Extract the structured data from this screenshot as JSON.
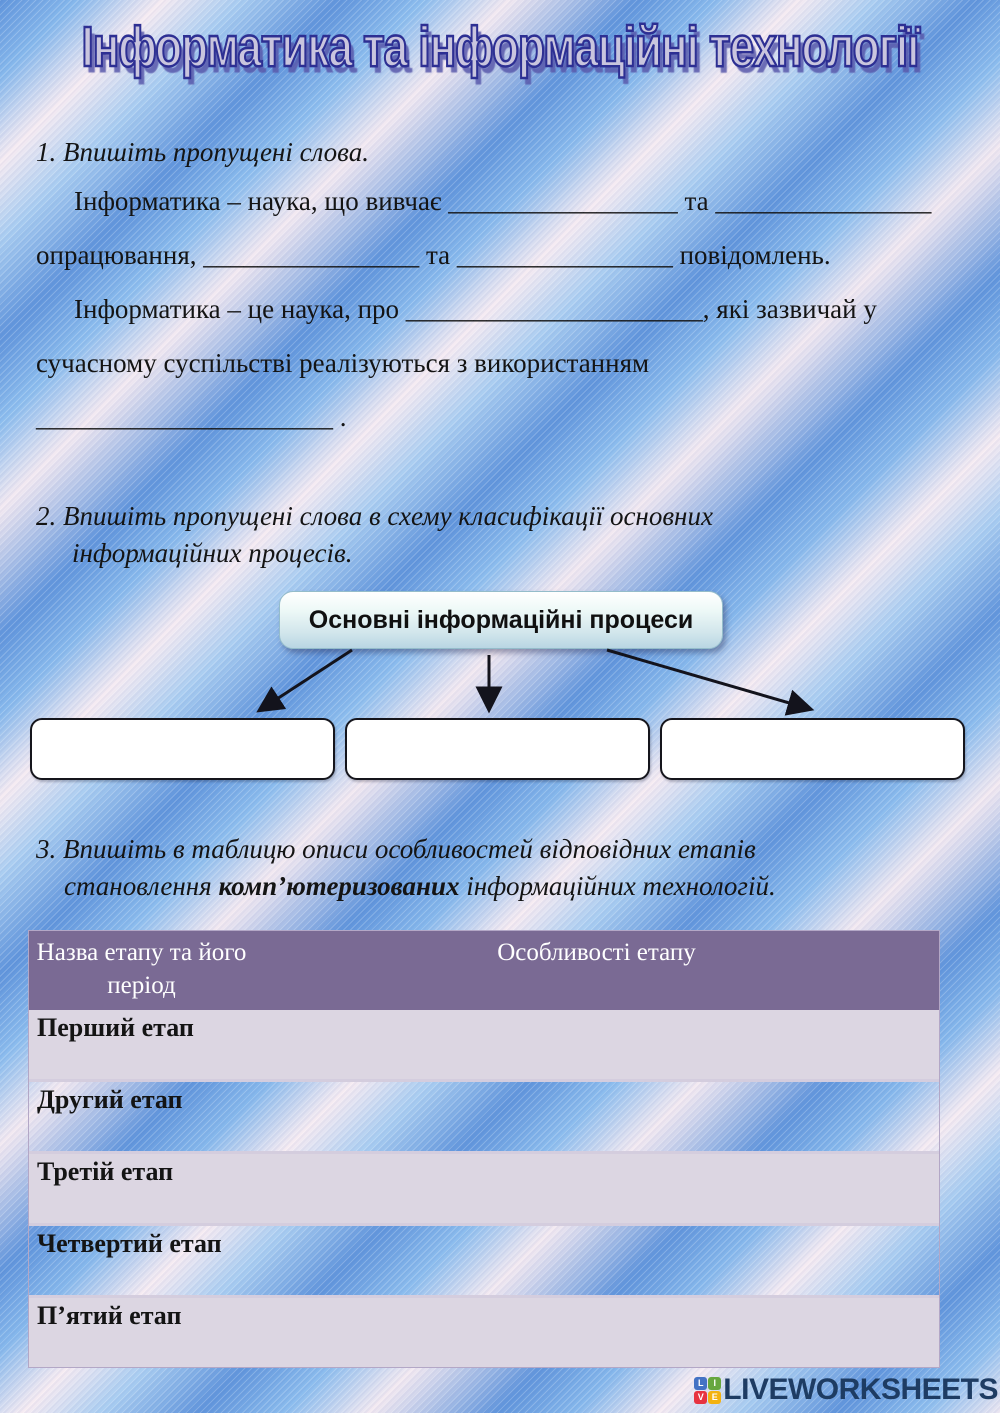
{
  "page": {
    "title": "Інформатика та інформаційні технології"
  },
  "colors": {
    "background_blue": "#6095dc",
    "background_light": "#f6ebf2",
    "title_fill": "#c9c5de",
    "title_outline": "#2d2f93",
    "table_header_purple": "#7a6a94",
    "table_row_lavender": "#dcd6e2",
    "root_box_fill": "#d2e6ec",
    "brand_navy": "#1e3c63",
    "logo_blue": "#4472c4",
    "logo_green": "#67a73e",
    "logo_red": "#e73340",
    "logo_yellow": "#f3b210"
  },
  "task1": {
    "heading": "1. Впишіть пропущені слова.",
    "lines": [
      "Інформатика – наука, що вивчає _________________ та ________________",
      "опрацювання, ________________ та ________________ повідомлень.",
      "Інформатика – це наука, про ______________________, які зазвичай у",
      "сучасному суспільстві реалізуються з використанням",
      "______________________ ."
    ]
  },
  "task2": {
    "heading_line1": "2. Впишіть пропущені слова в схему класифікації основних",
    "heading_line2": "інформаційних процесів."
  },
  "diagram": {
    "root_label": "Основні інформаційні процеси",
    "child_boxes": [
      "",
      "",
      ""
    ]
  },
  "task3": {
    "heading_line1": "3. Впишіть в таблицю описи особливостей відповідних етапів",
    "heading_line2_prefix": "становлення ",
    "heading_line2_bold": "комп’ютеризованих",
    "heading_line2_suffix": " інформаційних технологій."
  },
  "table": {
    "col1_header": "Назва етапу та його період",
    "col2_header": "Особливості етапу",
    "rows": [
      {
        "name": "Перший етап",
        "description": ""
      },
      {
        "name": "Другий етап",
        "description": ""
      },
      {
        "name": "Третій етап",
        "description": ""
      },
      {
        "name": "Четвертий етап",
        "description": ""
      },
      {
        "name": "П’ятий етап",
        "description": ""
      }
    ]
  },
  "footer": {
    "brand": "LIVEWORKSHEETS",
    "logo_letters": [
      "L",
      "I",
      "V",
      "E"
    ]
  }
}
